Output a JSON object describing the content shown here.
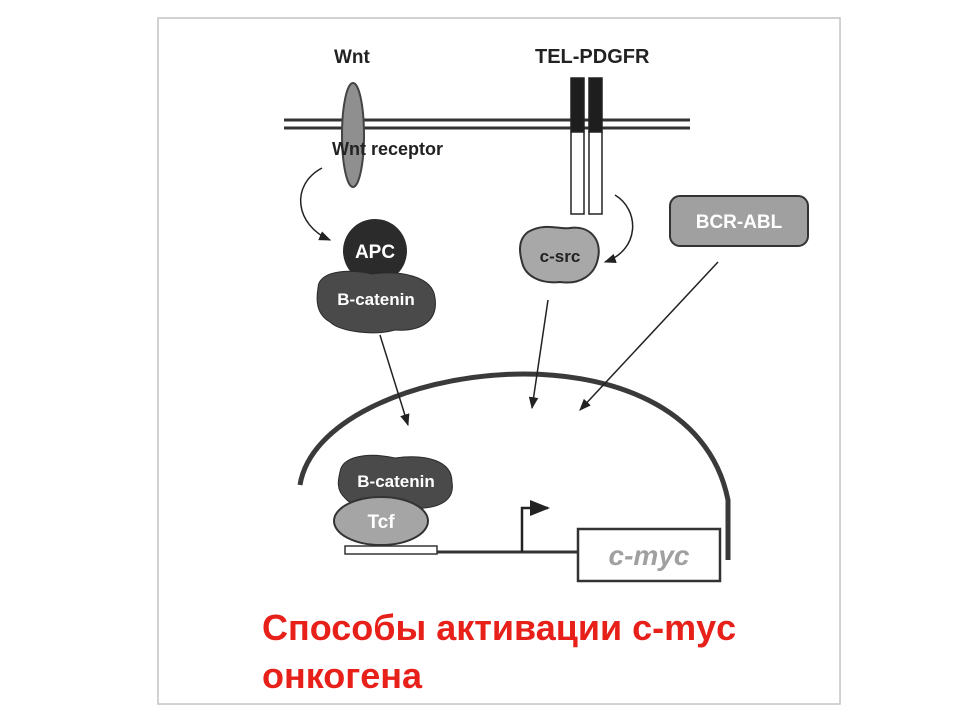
{
  "diagram": {
    "labels": {
      "wnt": "Wnt",
      "tel_pdgfr": "TEL-PDGFR",
      "wnt_receptor": "Wnt receptor",
      "apc": "APC",
      "beta_catenin_top": "B-catenin",
      "c_src": "c-src",
      "bcr_abl": "BCR-ABL",
      "beta_catenin_bottom": "B-catenin",
      "tcf": "Tcf",
      "c_myc": "c-myc"
    },
    "caption": {
      "line1": "Способы активации с-myc",
      "line2": "онкогена"
    },
    "colors": {
      "outline": "#333333",
      "dark_blob": "#2e2e2e",
      "mid_gray": "#8a8a8a",
      "light_gray": "#b5b5b5",
      "caption_red": "#e8201a",
      "frame": "#bbbbbb"
    }
  }
}
